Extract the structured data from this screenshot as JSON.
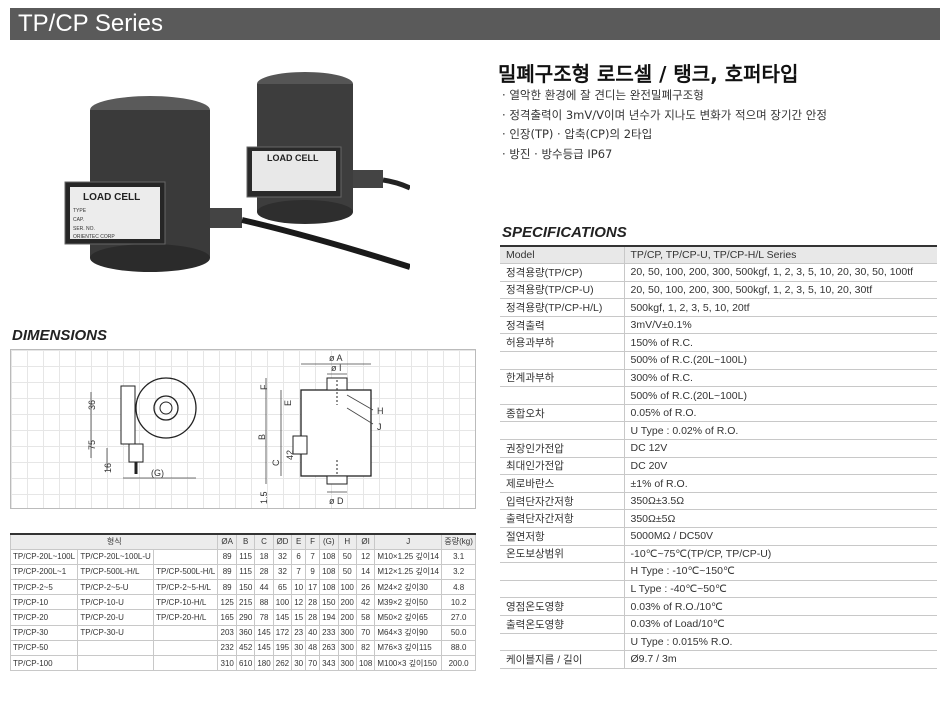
{
  "header": {
    "title": "TP/CP Series"
  },
  "product": {
    "heading": "밀폐구조형 로드셀 / 탱크, 호퍼타입",
    "features": [
      "열악한 환경에 잘 견디는 완전밀폐구조형",
      "정격출력이 3mV/V이며 년수가 지나도 변화가 적으며 장기간 안정",
      "인장(TP) · 압축(CP)의 2타입",
      "방진 · 방수등급 IP67"
    ],
    "photo_labels": {
      "load_cell": "LOAD CELL",
      "type": "TYPE",
      "cap": "CAP.",
      "ser": "SER. NO.",
      "maker": "ORIENTEC CORP"
    }
  },
  "specs": {
    "title": "SPECIFICATIONS",
    "rows": [
      {
        "k": "Model",
        "v": "TP/CP, TP/CP-U, TP/CP-H/L Series"
      },
      {
        "k": "정격용량(TP/CP)",
        "v": "20, 50, 100, 200, 300, 500kgf, 1, 2, 3, 5, 10, 20, 30, 50, 100tf"
      },
      {
        "k": "정격용량(TP/CP-U)",
        "v": "20, 50, 100, 200, 300, 500kgf, 1, 2, 3, 5, 10, 20, 30tf"
      },
      {
        "k": "정격용량(TP/CP-H/L)",
        "v": "500kgf, 1, 2, 3, 5, 10, 20tf"
      },
      {
        "k": "정격출력",
        "v": "3mV/V±0.1%"
      },
      {
        "k": "허용과부하",
        "v": "150% of R.C."
      },
      {
        "k": "",
        "v": "500% of R.C.(20L~100L)"
      },
      {
        "k": "한계과부하",
        "v": "300% of R.C."
      },
      {
        "k": "",
        "v": "500% of R.C.(20L~100L)"
      },
      {
        "k": "종합오차",
        "v": "0.05% of R.O."
      },
      {
        "k": "",
        "v": "U Type : 0.02% of R.O."
      },
      {
        "k": "권장인가전압",
        "v": "DC 12V"
      },
      {
        "k": "최대인가전압",
        "v": "DC 20V"
      },
      {
        "k": "제로바란스",
        "v": "±1% of R.O."
      },
      {
        "k": "입력단자간저항",
        "v": "350Ω±3.5Ω"
      },
      {
        "k": "출력단자간저항",
        "v": "350Ω±5Ω"
      },
      {
        "k": "절연저항",
        "v": "5000MΩ / DC50V"
      },
      {
        "k": "온도보상범위",
        "v": "-10℃~75℃(TP/CP, TP/CP-U)"
      },
      {
        "k": "",
        "v": "H Type : -10℃~150℃"
      },
      {
        "k": "",
        "v": "L Type : -40℃~50℃"
      },
      {
        "k": "영점온도영향",
        "v": "0.03% of R.O./10℃"
      },
      {
        "k": "출력온도영향",
        "v": "0.03% of Load/10℃"
      },
      {
        "k": "",
        "v": "U Type : 0.015% R.O."
      },
      {
        "k": "케이블지름 / 길이",
        "v": "Ø9.7 / 3m"
      }
    ]
  },
  "dimensions": {
    "title": "DIMENSIONS",
    "labels": {
      "d36": "36",
      "d75": "75",
      "d16": "16",
      "g": "(G)",
      "phiA": "ø A",
      "phiI": "ø I",
      "f": "F",
      "e": "E",
      "b": "B",
      "c": "C",
      "d42": "42",
      "d15": "1.5",
      "h": "H",
      "j": "J",
      "phiD": "ø D"
    },
    "columns": [
      "형식",
      "",
      "",
      "ØA",
      "B",
      "C",
      "ØD",
      "E",
      "F",
      "(G)",
      "H",
      "ØI",
      "J",
      "중량(kg)"
    ],
    "rows": [
      [
        "TP/CP-20L~100L",
        "TP/CP-20L~100L-U",
        "",
        "89",
        "115",
        "18",
        "32",
        "6",
        "7",
        "108",
        "50",
        "12",
        "M10×1.25 깊이14",
        "3.1"
      ],
      [
        "TP/CP-200L~1",
        "TP/CP-500L-H/L",
        "TP/CP-500L-H/L",
        "89",
        "115",
        "28",
        "32",
        "7",
        "9",
        "108",
        "50",
        "14",
        "M12×1.25 깊이14",
        "3.2"
      ],
      [
        "TP/CP-2~5",
        "TP/CP-2~5-U",
        "TP/CP-2~5-H/L",
        "89",
        "150",
        "44",
        "65",
        "10",
        "17",
        "108",
        "100",
        "26",
        "M24×2 깊이30",
        "4.8"
      ],
      [
        "TP/CP-10",
        "TP/CP-10-U",
        "TP/CP-10-H/L",
        "125",
        "215",
        "88",
        "100",
        "12",
        "28",
        "150",
        "200",
        "42",
        "M39×2 깊이50",
        "10.2"
      ],
      [
        "TP/CP-20",
        "TP/CP-20-U",
        "TP/CP-20-H/L",
        "165",
        "290",
        "78",
        "145",
        "15",
        "28",
        "194",
        "200",
        "58",
        "M50×2 깊이65",
        "27.0"
      ],
      [
        "TP/CP-30",
        "TP/CP-30-U",
        "",
        "203",
        "360",
        "145",
        "172",
        "23",
        "40",
        "233",
        "300",
        "70",
        "M64×3 깊이90",
        "50.0"
      ],
      [
        "TP/CP-50",
        "",
        "",
        "232",
        "452",
        "145",
        "195",
        "30",
        "48",
        "263",
        "300",
        "82",
        "M76×3 깊이115",
        "88.0"
      ],
      [
        "TP/CP-100",
        "",
        "",
        "310",
        "610",
        "180",
        "262",
        "30",
        "70",
        "343",
        "300",
        "108",
        "M100×3 깊이150",
        "200.0"
      ]
    ]
  }
}
